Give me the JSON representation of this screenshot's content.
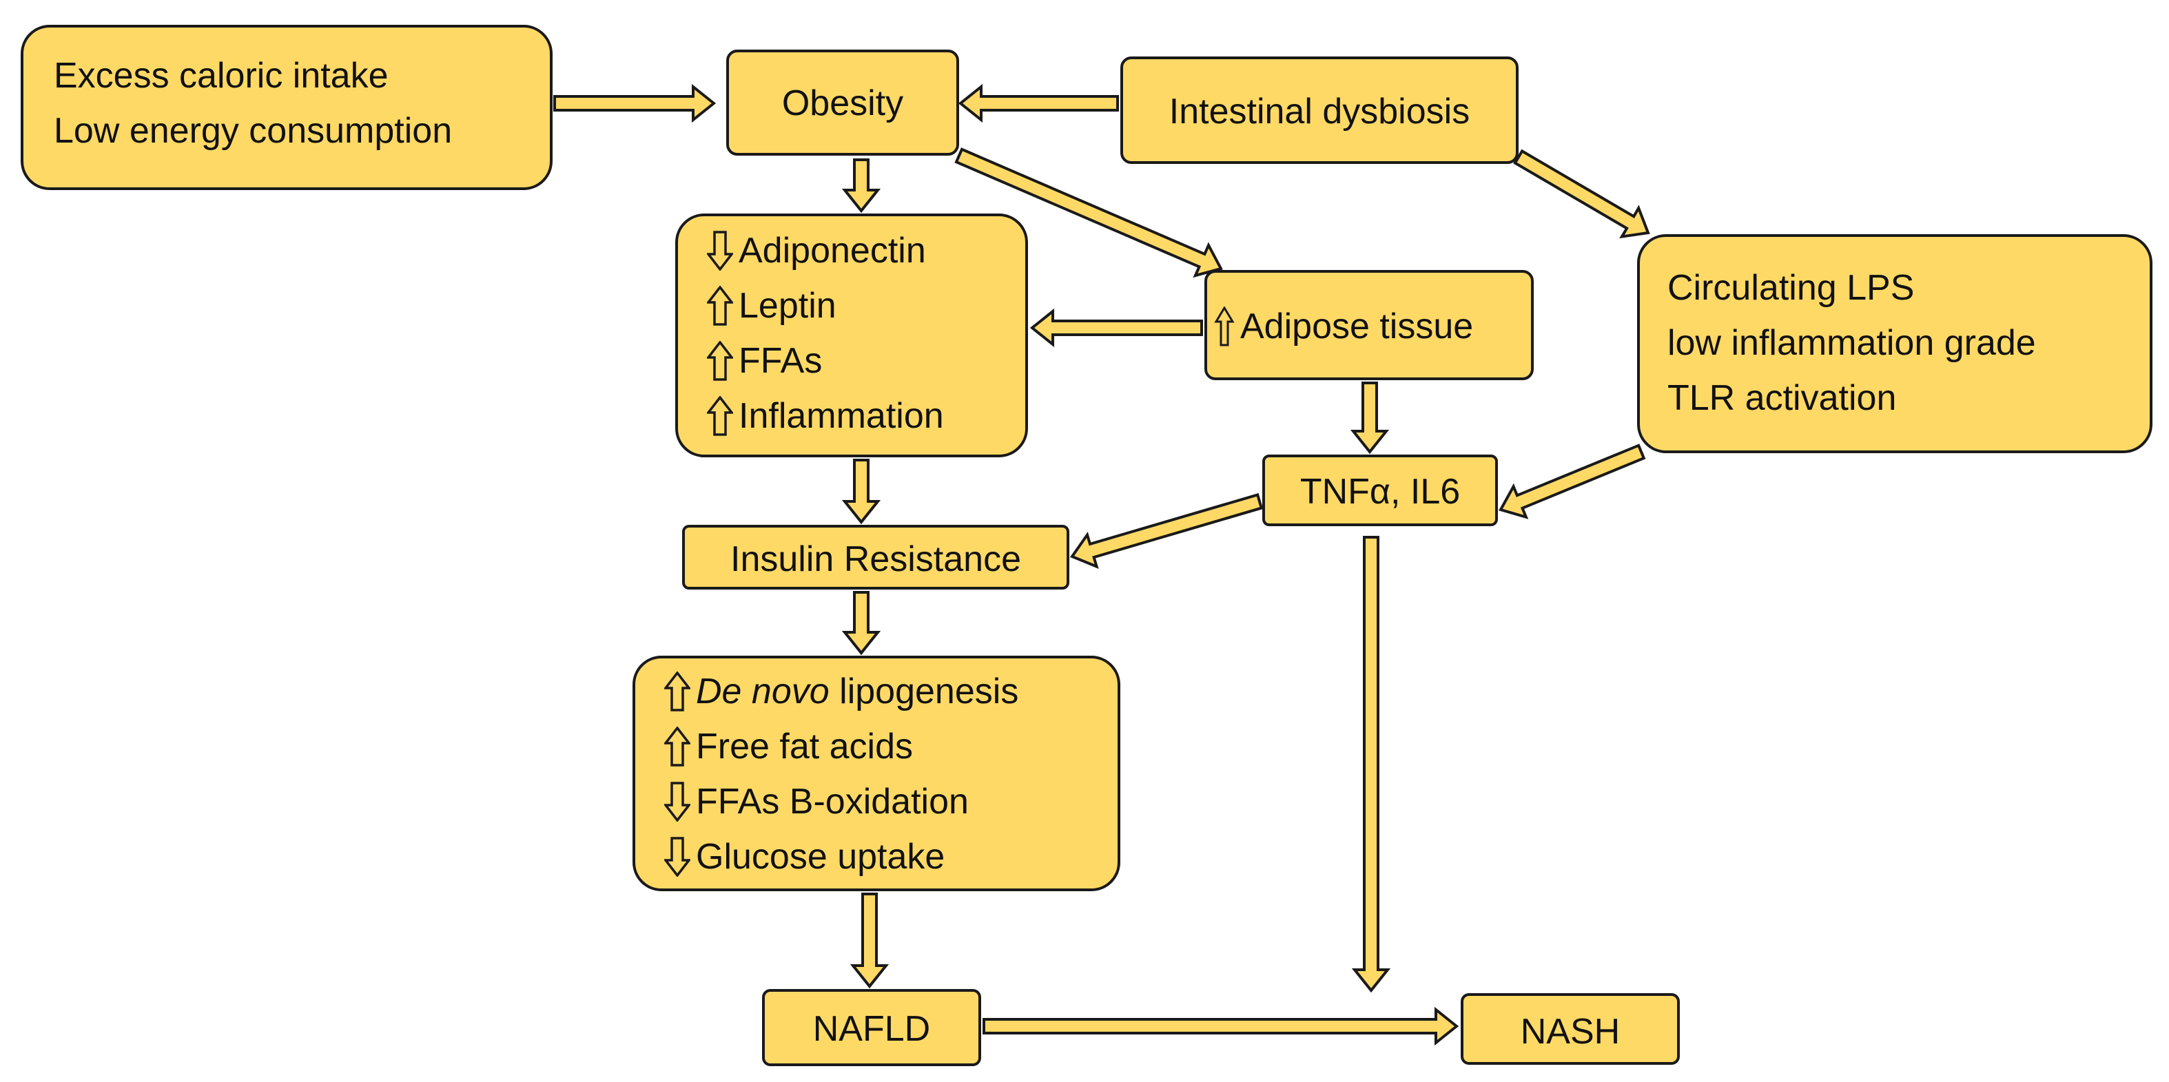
{
  "diagram": {
    "nodes": {
      "causes": {
        "lines": [
          "Excess caloric intake",
          "Low energy consumption"
        ]
      },
      "obesity": {
        "label": "Obesity"
      },
      "dysbiosis": {
        "label": "Intestinal dysbiosis"
      },
      "adipokines": {
        "items": [
          {
            "direction": "down",
            "text": "Adiponectin"
          },
          {
            "direction": "up",
            "text": "Leptin"
          },
          {
            "direction": "up",
            "text": "FFAs"
          },
          {
            "direction": "up",
            "text": "Inflammation"
          }
        ]
      },
      "adipose": {
        "direction": "up",
        "text": "Adipose tissue"
      },
      "lps": {
        "lines": [
          "Circulating LPS",
          "low inflammation grade",
          "TLR activation"
        ]
      },
      "cytokines": {
        "label": "TNFα, IL6"
      },
      "insulin": {
        "label": "Insulin Resistance"
      },
      "liver": {
        "items": [
          {
            "direction": "up",
            "text_italic": "De novo",
            "text": " lipogenesis"
          },
          {
            "direction": "up",
            "text": "Free fat acids"
          },
          {
            "direction": "down",
            "text": "FFAs B-oxidation"
          },
          {
            "direction": "down",
            "text": "Glucose uptake"
          }
        ]
      },
      "nafld": {
        "label": "NAFLD"
      },
      "nash": {
        "label": "NASH"
      }
    },
    "colors": {
      "box_fill": "#FFD966",
      "stroke": "#1a1a1a"
    }
  }
}
